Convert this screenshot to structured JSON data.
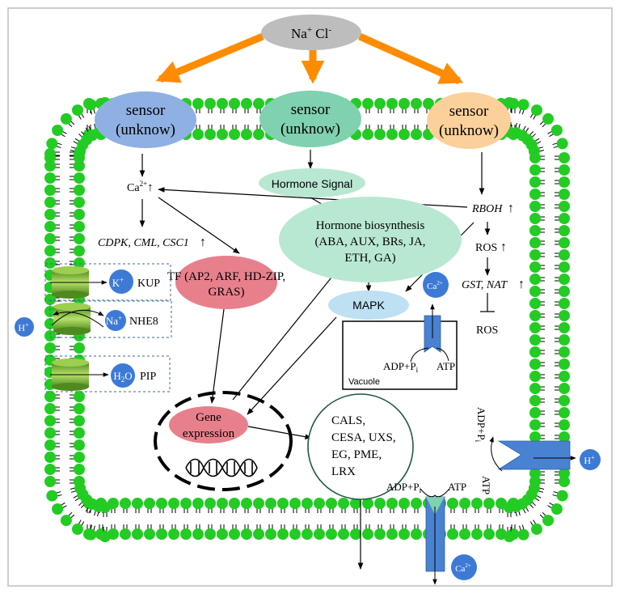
{
  "colors": {
    "membrane": "#22cc22",
    "arrow_orange": "#ff8c00",
    "sensor_blue": "#8fb0e2",
    "sensor_teal": "#7fd1b0",
    "sensor_orange": "#fcd09a",
    "hormone_green": "#b9e8d2",
    "tf_pink": "#e8808c",
    "mapk_blue": "#bde0f3",
    "ion_blue": "#3c7ad6"
  },
  "stimulus": {
    "label_main": "Na",
    "label_sup1": "+",
    "label_mid": " Cl",
    "label_sup2": "-"
  },
  "sensors": [
    {
      "line1": "sensor",
      "line2": "(unknow)"
    },
    {
      "line1": "sensor",
      "line2": "(unknow)"
    },
    {
      "line1": "sensor",
      "line2": "(unknow)"
    }
  ],
  "nodes": {
    "ca_main": "Ca",
    "ca_sup": "2+",
    "ca_up": "↑",
    "cdpk": "CDPK, CML, CSC1",
    "cdpk_up": "↑",
    "hormone_signal": "Hormone Signal",
    "hormone_bio_1": "Hormone biosynthesis",
    "hormone_bio_2": "(ABA, AUX, BRs, JA,",
    "hormone_bio_3": "ETH, GA)",
    "rboh": "RBOH",
    "rboh_up": "↑",
    "ros1": "ROS",
    "ros1_up": "↑",
    "gst": "GST, NAT",
    "gst_up": "↑",
    "ros2": "ROS",
    "tf_1": "TF (AP2, ARF, HD-ZIP,",
    "tf_2": "GRAS)",
    "mapk": "MAPK",
    "gene_1": "Gene",
    "gene_2": "expression",
    "cw_1": "CALS,",
    "cw_2": "CESA, UXS,",
    "cw_3": "EG, PME,",
    "cw_4": "LRX"
  },
  "transporters": {
    "k_ion": "K",
    "k_sup": "+",
    "kup": "KUP",
    "na_ion": "Na",
    "na_sup": "+",
    "nhe": "NHE8",
    "h2o_a": "H",
    "h2o_sub": "2",
    "h2o_b": "O",
    "pip": "PIP"
  },
  "vacuole": {
    "label": "Vacuole",
    "ca_main": "Ca",
    "ca_sup": "2+",
    "adp_main": "ADP+P",
    "adp_sub": "i",
    "atp": "ATP"
  },
  "pumps": {
    "h_out": "H",
    "h_out_sup": "+",
    "h_right": "H",
    "h_right_sup": "+",
    "adp_right_main": "ADP+P",
    "adp_right_sub": "i",
    "atp_right": "ATP",
    "adp_bottom_main": "ADP+P",
    "adp_bottom_sub": "i",
    "atp_bottom": "ATP",
    "ca_bottom": "Ca",
    "ca_bottom_sup": "2+"
  }
}
